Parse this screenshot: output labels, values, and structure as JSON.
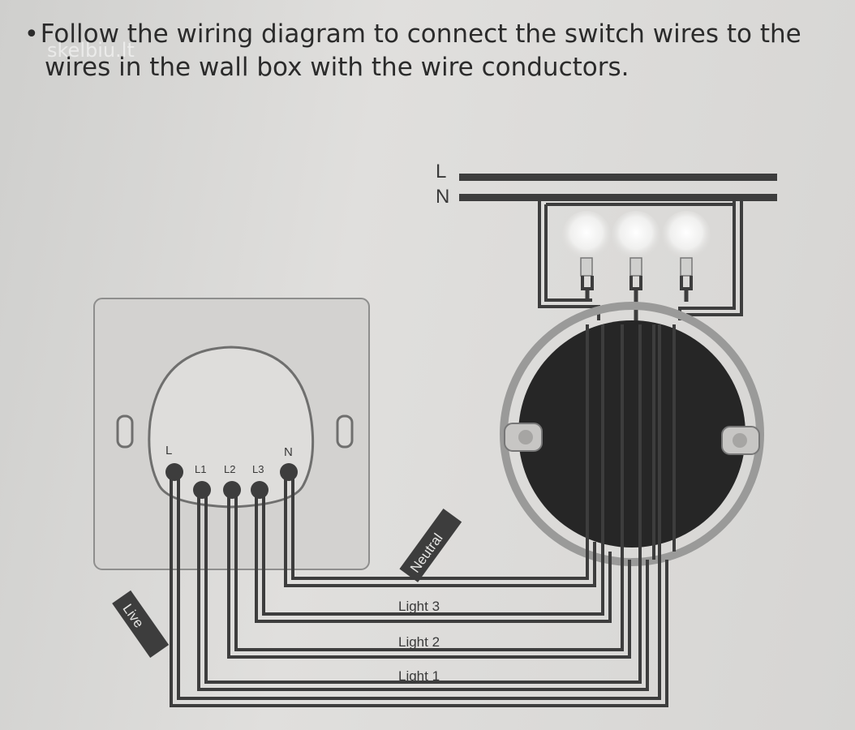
{
  "instruction": {
    "bullet": "•",
    "line1": "Follow the wiring diagram to connect the switch wires to the",
    "line2": "wires in the wall box with the wire conductors."
  },
  "watermark": "skelbiu.lt",
  "mains": {
    "live": "L",
    "neutral": "N"
  },
  "switch_terminals": {
    "live": "L",
    "neutral": "N",
    "l1": "L1",
    "l2": "L2",
    "l3": "L3"
  },
  "wire_labels": {
    "live": "Live",
    "neutral": "Neutral",
    "light3": "Light 3",
    "light2": "Light 2",
    "light1": "Light 1"
  },
  "colors": {
    "paper": "#dcdbd9",
    "wire": "#3d3d3d",
    "wall_box_fill": "#262626",
    "wall_box_ring": "#9a9a99",
    "text": "#2b2b2b"
  }
}
